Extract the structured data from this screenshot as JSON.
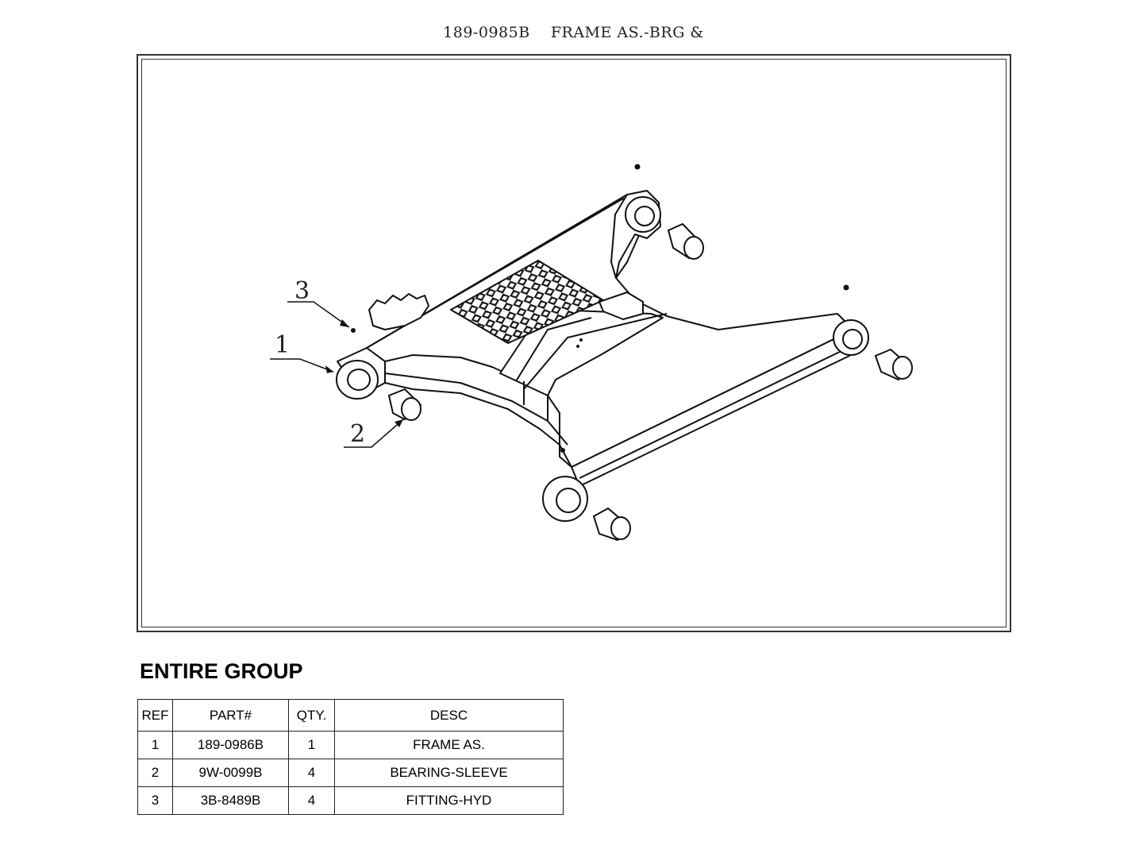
{
  "title": "189-0985B    FRAME AS.-BRG &",
  "drawing": {
    "callouts": [
      {
        "ref": "1"
      },
      {
        "ref": "2"
      },
      {
        "ref": "3"
      }
    ]
  },
  "group": {
    "heading": "ENTIRE GROUP",
    "columns": [
      "REF",
      "PART#",
      "QTY.",
      "DESC"
    ],
    "rows": [
      {
        "ref": "1",
        "part": "189-0986B",
        "qty": "1",
        "desc": "FRAME AS."
      },
      {
        "ref": "2",
        "part": "9W-0099B",
        "qty": "4",
        "desc": "BEARING-SLEEVE"
      },
      {
        "ref": "3",
        "part": "3B-8489B",
        "qty": "4",
        "desc": "FITTING-HYD"
      }
    ]
  }
}
